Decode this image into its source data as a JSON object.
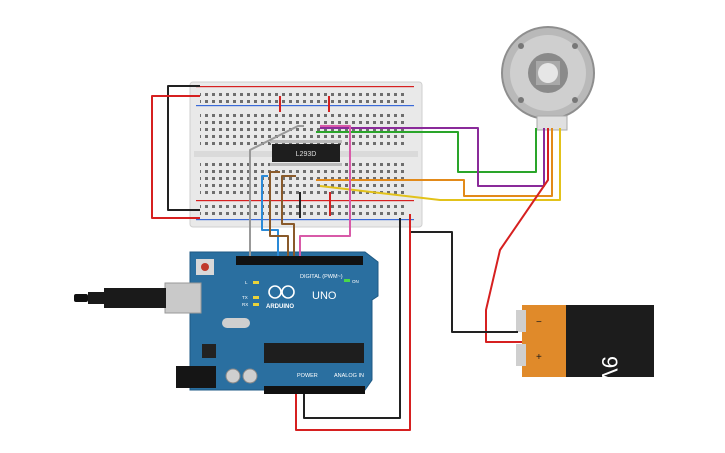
{
  "breadboard": {
    "chip_label": "L293D"
  },
  "arduino": {
    "brand": "ARDUINO",
    "model": "UNO",
    "digital_label": "DIGITAL (PWM~)",
    "power_label": "POWER",
    "analog_label": "ANALOG IN",
    "on_label": "ON",
    "l_label": "L",
    "tx_label": "TX",
    "rx_label": "RX"
  },
  "battery": {
    "voltage_label": "9V",
    "minus": "−",
    "plus": "+"
  },
  "colors": {
    "board_blue": "#2a6fa0",
    "breadboard": "#e9e9e9",
    "battery_orange": "#e08a2a",
    "battery_black": "#1c1c1c",
    "wire_red": "#d62020",
    "wire_black": "#222222",
    "wire_green": "#2aa52a",
    "wire_purple": "#8a2a9a",
    "wire_orange": "#e28a1a",
    "wire_yellow": "#e2c21a",
    "wire_blue": "#2a8ad8",
    "wire_brown": "#8a5a2a",
    "wire_gray": "#999999",
    "wire_pink": "#d85aa8"
  }
}
